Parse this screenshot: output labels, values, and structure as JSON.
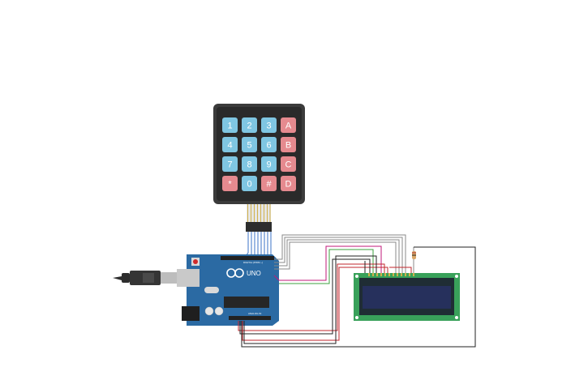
{
  "keypad": {
    "rows": [
      [
        {
          "label": "1",
          "color": "#7fc6e2"
        },
        {
          "label": "2",
          "color": "#7fc6e2"
        },
        {
          "label": "3",
          "color": "#7fc6e2"
        },
        {
          "label": "A",
          "color": "#e58a8f"
        }
      ],
      [
        {
          "label": "4",
          "color": "#7fc6e2"
        },
        {
          "label": "5",
          "color": "#7fc6e2"
        },
        {
          "label": "6",
          "color": "#7fc6e2"
        },
        {
          "label": "B",
          "color": "#e58a8f"
        }
      ],
      [
        {
          "label": "7",
          "color": "#7fc6e2"
        },
        {
          "label": "8",
          "color": "#7fc6e2"
        },
        {
          "label": "9",
          "color": "#7fc6e2"
        },
        {
          "label": "C",
          "color": "#e58a8f"
        }
      ],
      [
        {
          "label": "*",
          "color": "#e58a8f"
        },
        {
          "label": "0",
          "color": "#7fc6e2"
        },
        {
          "label": "#",
          "color": "#e58a8f"
        },
        {
          "label": "D",
          "color": "#e58a8f"
        }
      ]
    ]
  },
  "arduino": {
    "brand_text": "UNO",
    "header_text": "DIGITAL (PWM ~)",
    "analog_text": "ANALOG IN"
  },
  "colors": {
    "board": "#2b6aa3",
    "lcd_pcb": "#39a15a",
    "lcd_screen": "#26305c",
    "wire_gray": "#8a8a8a",
    "wire_red": "#c1272d",
    "wire_magenta": "#c2187a",
    "wire_green": "#3da23f",
    "wire_black": "#222222"
  }
}
